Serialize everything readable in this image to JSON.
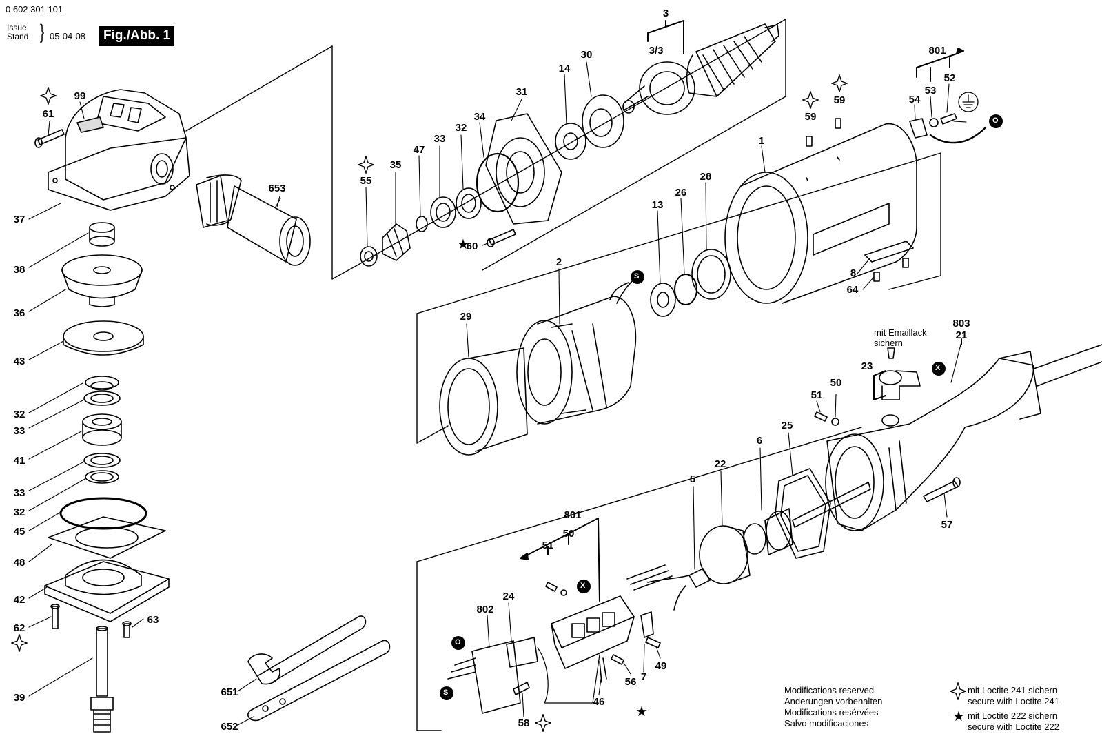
{
  "header": {
    "doc_number": "0 602 301 101",
    "issue_label": "Issue",
    "stand_label": "Stand",
    "date": "05-04-08",
    "figure": "Fig./Abb. 1"
  },
  "parts": {
    "p3": "3",
    "p3_3": "3/3",
    "p801a": "801",
    "p52": "52",
    "p53": "53",
    "p54": "54",
    "p99": "99",
    "p61": "61",
    "p14": "14",
    "p30": "30",
    "p31": "31",
    "p59a": "59",
    "p59b": "59",
    "p34": "34",
    "p32a": "32",
    "p33a": "33",
    "p47": "47",
    "p35": "35",
    "p55": "55",
    "p1": "1",
    "p653": "653",
    "p37": "37",
    "p28": "28",
    "p26": "26",
    "p13": "13",
    "p60": "60",
    "p2": "2",
    "p8": "8",
    "p64": "64",
    "p38": "38",
    "p36": "36",
    "p29": "29",
    "p43": "43",
    "p803": "803",
    "p21": "21",
    "p23": "23",
    "p50a": "50",
    "p51a": "51",
    "p25": "25",
    "p6": "6",
    "p22": "22",
    "p5": "5",
    "p57": "57",
    "p32b": "32",
    "p33b": "33",
    "p41": "41",
    "p33c": "33",
    "p32c": "32",
    "p45": "45",
    "p48": "48",
    "p801b": "801",
    "p50b": "50",
    "p51b": "51",
    "p42": "42",
    "p62": "62",
    "p63": "63",
    "p802": "802",
    "p24": "24",
    "p49": "49",
    "p7": "7",
    "p56": "56",
    "p46": "46",
    "p58": "58",
    "p651": "651",
    "p652": "652",
    "p39": "39"
  },
  "annotations": {
    "emaillack_1": "mit Emaillack",
    "emaillack_2": "sichern",
    "mark_s": "S",
    "mark_o": "O",
    "mark_x": "X"
  },
  "notes": [
    "Modifications reserved",
    "Änderungen vorbehalten",
    "Modifications resérvées",
    "Salvo modificaciones"
  ],
  "legend": {
    "loctite241_de": "mit Loctite 241 sichern",
    "loctite241_en": "secure with Loctite 241",
    "loctite222_de": "mit Loctite 222 sichern",
    "loctite222_en": "secure with Loctite 222"
  }
}
